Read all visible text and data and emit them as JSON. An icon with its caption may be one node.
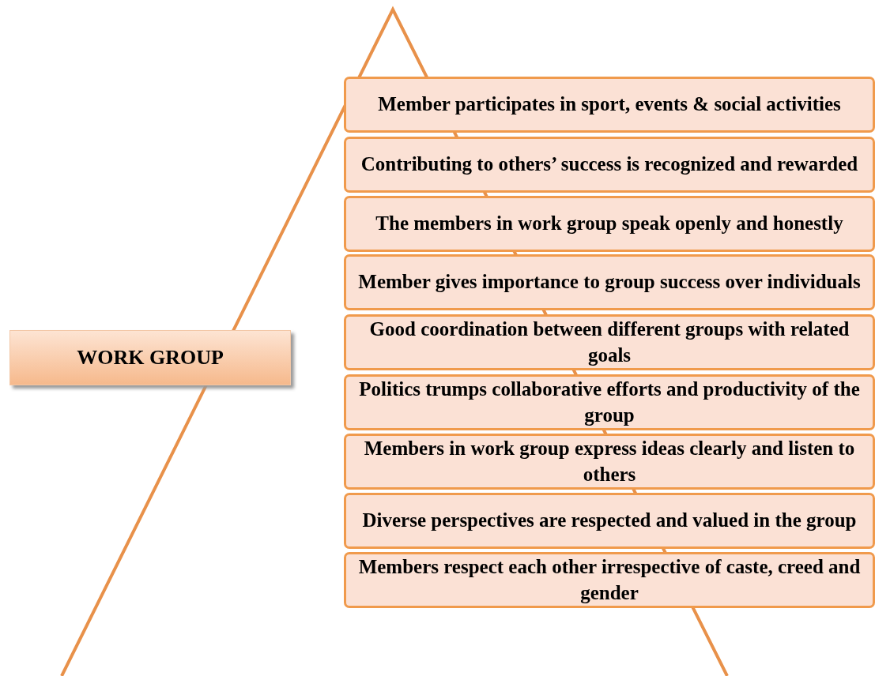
{
  "diagram": {
    "nodes": [
      {
        "text": [
          "WORK GROUP"
        ]
      },
      {
        "text": [
          "Member participates in sport, events & social activities"
        ]
      },
      {
        "text": [
          "Contributing to others’ success is recognized and rewarded"
        ]
      },
      {
        "text": [
          "The members in work group speak openly and honestly"
        ]
      },
      {
        "text": [
          "Member gives importance to group success over individuals"
        ]
      },
      {
        "text": [
          "Good coordination between different groups with related goals"
        ]
      },
      {
        "text": [
          "Politics trumps collaborative efforts and productivity of the group"
        ]
      },
      {
        "text": [
          "Members in work group express ideas clearly and listen to others"
        ]
      },
      {
        "text": [
          "Diverse perspectives are respected and valued in the group"
        ]
      },
      {
        "text": [
          "Members respect each other irrespective of caste, creed and gender"
        ]
      }
    ]
  }
}
